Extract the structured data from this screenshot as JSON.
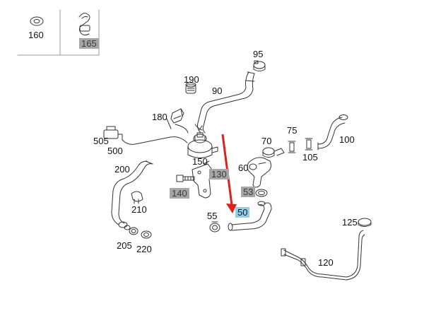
{
  "diagram": {
    "accent_color": "#e0201d",
    "highlight_gray": "#a6a6a6",
    "highlight_blue": "#8fcfec",
    "legend_parts": [
      {
        "id": "160",
        "label": "160",
        "highlight": "none"
      },
      {
        "id": "165",
        "label": "165",
        "highlight": "gray"
      }
    ],
    "callouts": [
      {
        "id": "95",
        "label": "95",
        "highlight": "none"
      },
      {
        "id": "190",
        "label": "190",
        "highlight": "none"
      },
      {
        "id": "90",
        "label": "90",
        "highlight": "none"
      },
      {
        "id": "180",
        "label": "180",
        "highlight": "none"
      },
      {
        "id": "505",
        "label": "505",
        "highlight": "none"
      },
      {
        "id": "500",
        "label": "500",
        "highlight": "none"
      },
      {
        "id": "150",
        "label": "150",
        "highlight": "none"
      },
      {
        "id": "130",
        "label": "130",
        "highlight": "gray"
      },
      {
        "id": "140",
        "label": "140",
        "highlight": "gray"
      },
      {
        "id": "200",
        "label": "200",
        "highlight": "none"
      },
      {
        "id": "210",
        "label": "210",
        "highlight": "none"
      },
      {
        "id": "205",
        "label": "205",
        "highlight": "none"
      },
      {
        "id": "220",
        "label": "220",
        "highlight": "none"
      },
      {
        "id": "70",
        "label": "70",
        "highlight": "none"
      },
      {
        "id": "75",
        "label": "75",
        "highlight": "none"
      },
      {
        "id": "100",
        "label": "100",
        "highlight": "none"
      },
      {
        "id": "105",
        "label": "105",
        "highlight": "none"
      },
      {
        "id": "60",
        "label": "60",
        "highlight": "none"
      },
      {
        "id": "53",
        "label": "53",
        "highlight": "gray"
      },
      {
        "id": "55",
        "label": "55",
        "highlight": "none"
      },
      {
        "id": "50",
        "label": "50",
        "highlight": "blue"
      },
      {
        "id": "125",
        "label": "125",
        "highlight": "none"
      },
      {
        "id": "120",
        "label": "120",
        "highlight": "none"
      }
    ]
  }
}
